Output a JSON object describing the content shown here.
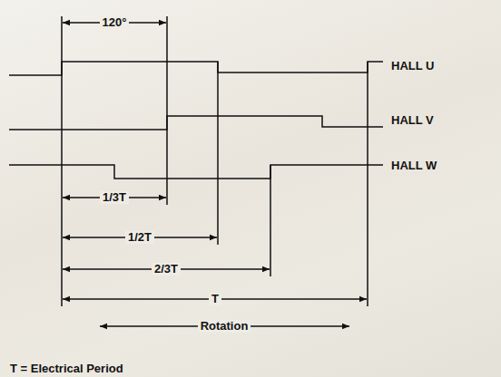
{
  "diagram": {
    "labels": [
      "120°",
      "HALL U",
      "HALL V",
      "HALL W",
      "1/3T",
      "1/2T",
      "2/3T",
      "T",
      "Rotation",
      "T = Electrical Period"
    ]
  }
}
